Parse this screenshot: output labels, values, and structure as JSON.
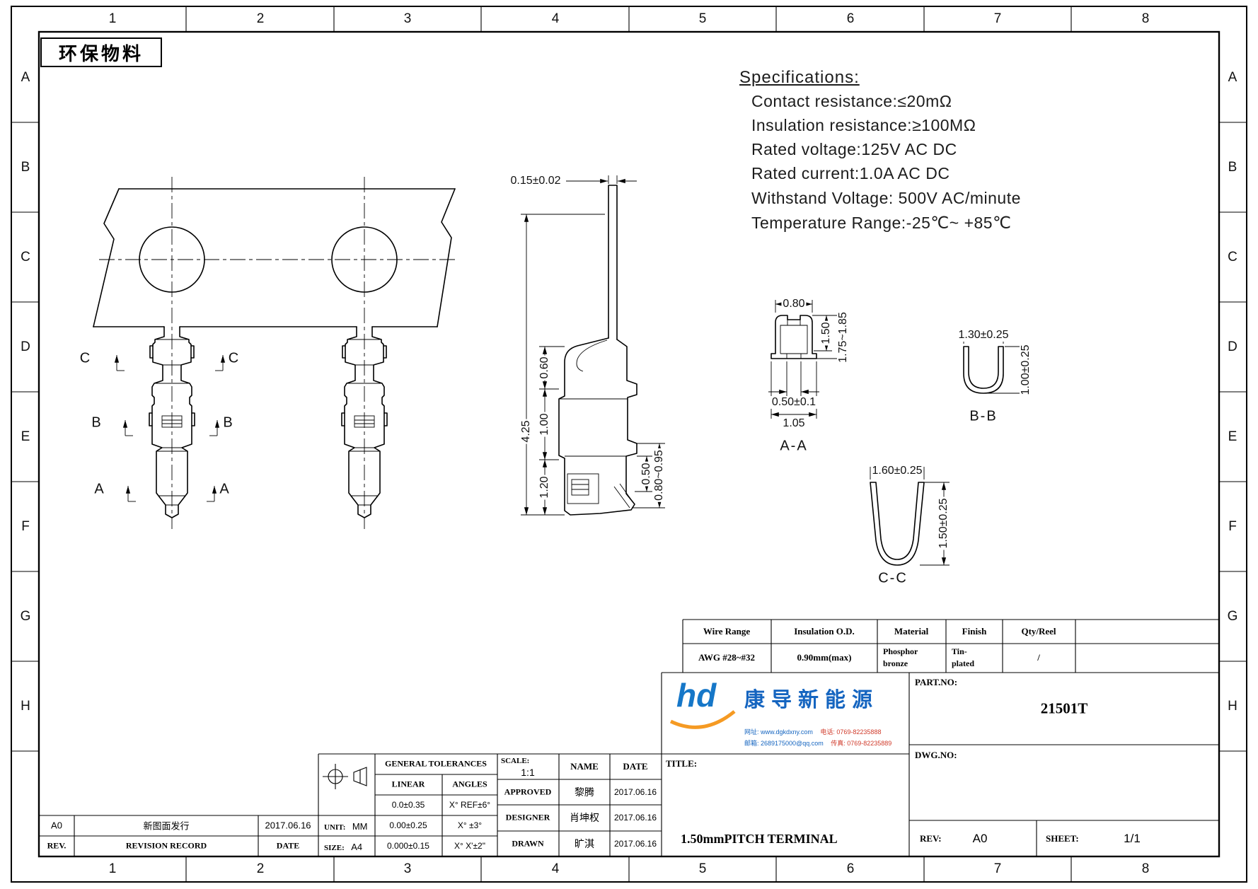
{
  "sheet": {
    "stamp": "环保物料",
    "grid_cols": [
      "1",
      "2",
      "3",
      "4",
      "5",
      "6",
      "7",
      "8"
    ],
    "grid_rows": [
      "A",
      "B",
      "C",
      "D",
      "E",
      "F",
      "G",
      "H"
    ]
  },
  "specs": {
    "title": "Specifications:",
    "lines": [
      "Contact resistance:≤20mΩ",
      "Insulation resistance:≥100MΩ",
      "Rated voltage:125V AC DC",
      "Rated current:1.0A AC DC",
      "Withstand Voltage: 500V AC/minute",
      "Temperature Range:-25℃~ +85℃"
    ]
  },
  "views": {
    "section_marks": {
      "c": "C",
      "b": "B",
      "a": "A"
    },
    "side": {
      "dim_top": "0.15±0.02",
      "dim_060": "0.60",
      "dim_100": "1.00",
      "dim_425": "4.25",
      "dim_120": "1.20",
      "dim_050": "0.50",
      "dim_080": "0.80~0.95"
    },
    "aa": {
      "label": "A-A",
      "dim_top": "0.80",
      "dim_150": "1.50",
      "dim_175": "1.75~1.85",
      "dim_050": "0.50±0.1",
      "dim_105": "1.05"
    },
    "bb": {
      "label": "B-B",
      "dim_top": "1.30±0.25",
      "dim_right": "1.00±0.25"
    },
    "cc": {
      "label": "C-C",
      "dim_top": "1.60±0.25",
      "dim_right": "1.50±0.25"
    }
  },
  "wire_table": {
    "headers": [
      "Wire Range",
      "Insulation O.D.",
      "Material",
      "Finish",
      "Qty/Reel"
    ],
    "values": {
      "wire_range": "AWG #28~#32",
      "insulation": "0.90mm(max)",
      "material1": "Phosphor",
      "material2": "bronze",
      "finish1": "Tin-",
      "finish2": "plated",
      "qty": "/"
    }
  },
  "revision": {
    "entry": [
      "A0",
      "新图面发行",
      "2017.06.16"
    ],
    "header": [
      "REV.",
      "REVISION RECORD",
      "DATE"
    ]
  },
  "format": {
    "unit_label": "UNIT:",
    "unit": "MM",
    "size_label": "SIZE:",
    "size": "A4"
  },
  "tolerances": {
    "title": "GENERAL TOLERANCES",
    "linear_header": "LINEAR",
    "angles_header": "ANGLES",
    "rows": [
      [
        "0.0±0.35",
        "X° REF±6°"
      ],
      [
        "0.00±0.25",
        "X° ±3°"
      ],
      [
        "0.000±0.15",
        "X° X'±2\""
      ]
    ]
  },
  "approval": {
    "scale_label": "SCALE:",
    "scale": "1:1",
    "name_header": "NAME",
    "date_header": "DATE",
    "rows": [
      [
        "APPROVED",
        "黎腾",
        "2017.06.16"
      ],
      [
        "DESIGNER",
        "肖坤权",
        "2017.06.16"
      ],
      [
        "DRAWN",
        "旷淇",
        "2017.06.16"
      ]
    ]
  },
  "brand": {
    "logo": "hd",
    "name": "康导新能源",
    "web": "网址: www.dgkdxny.com",
    "tel": "电话: 0769-82235888",
    "mail": "邮箱: 2689175000@qq.com",
    "fax": "传真: 0769-82235889"
  },
  "title_block": {
    "part_label": "PART.NO:",
    "part_no": "21501T",
    "dwg_label": "DWG.NO:",
    "title_label": "TITLE:",
    "title": "1.50mmPITCH TERMINAL",
    "rev_label": "REV:",
    "rev": "A0",
    "sheet_label": "SHEET:",
    "sheet": "1/1"
  }
}
